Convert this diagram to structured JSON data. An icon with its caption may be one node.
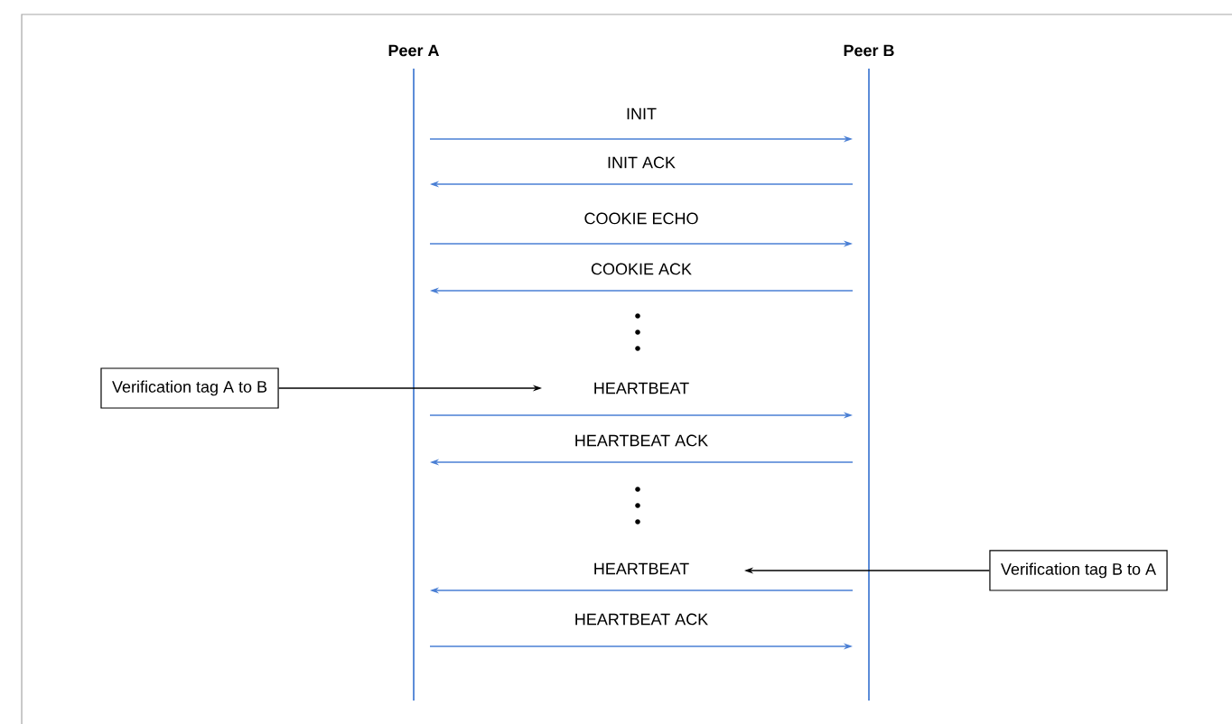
{
  "diagram": {
    "nodes": [
      {
        "text": [
          "Peer A"
        ]
      },
      {
        "text": [
          "Peer B"
        ]
      },
      {
        "text": [
          "Verification tag A to B"
        ]
      },
      {
        "text": [
          "Verification tag B to A"
        ]
      }
    ],
    "edges": [
      {
        "from": 0,
        "to": 1,
        "label": "INIT",
        "arrow": "to"
      },
      {
        "from": 1,
        "to": 0,
        "label": "INIT ACK",
        "arrow": "to"
      },
      {
        "from": 0,
        "to": 1,
        "label": "COOKIE ECHO",
        "arrow": "to"
      },
      {
        "from": 1,
        "to": 0,
        "label": "COOKIE ACK",
        "arrow": "to"
      },
      {
        "from": 0,
        "to": 1,
        "label": "HEARTBEAT",
        "arrow": "to"
      },
      {
        "from": 1,
        "to": 0,
        "label": "HEARTBEAT ACK",
        "arrow": "to"
      },
      {
        "from": 1,
        "to": 0,
        "label": "HEARTBEAT",
        "arrow": "to"
      },
      {
        "from": 0,
        "to": 1,
        "label": "HEARTBEAT ACK",
        "arrow": "to"
      },
      {
        "from": 2,
        "to": null,
        "arrow": "to",
        "color": "#000000"
      },
      {
        "from": 3,
        "to": null,
        "arrow": "to",
        "color": "#000000"
      }
    ]
  }
}
